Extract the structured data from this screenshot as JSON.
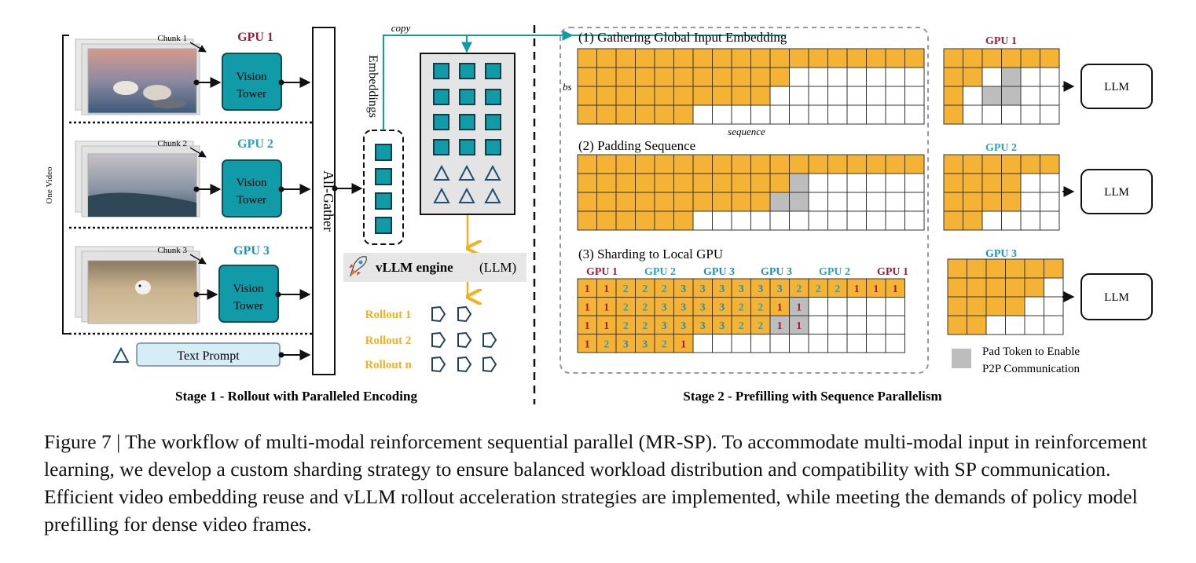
{
  "stage1": {
    "title": "Stage 1 - Rollout with Paralleled Encoding",
    "one_video": "One Video",
    "chunks": [
      {
        "label": "Chunk 1",
        "gpu": "GPU 1",
        "tower": [
          "Vision",
          "Tower"
        ],
        "color": "#9b1c3a"
      },
      {
        "label": "Chunk 2",
        "gpu": "GPU 2",
        "tower": [
          "Vision",
          "Tower"
        ],
        "color": "#2aa3b8"
      },
      {
        "label": "Chunk 3",
        "gpu": "GPU 3",
        "tower": [
          "Vision",
          "Tower"
        ],
        "color": "#1a8fc0"
      }
    ],
    "all_gather": "All-Gather",
    "embeddings": "Embeddings",
    "copy": "copy",
    "text_prompt": "Text Prompt",
    "vllm_prefix": "vLLM engine",
    "vllm_suffix": "(LLM)",
    "rollouts": [
      "Rollout 1",
      "Rollout 2",
      "Rollout n"
    ]
  },
  "stage2": {
    "title": "Stage 2 - Prefilling with Sequence Parallelism",
    "step1": "(1) Gathering Global Input Embedding",
    "step2": "(2) Padding Sequence",
    "step3": "(3) Sharding to Local GPU",
    "bs": "bs",
    "sequence": "sequence",
    "shard_headers": [
      "GPU 1",
      "GPU 2",
      "GPU 3",
      "GPU 3",
      "GPU 2",
      "GPU 1"
    ],
    "shard_rows": [
      [
        "1",
        "1",
        "2",
        "2",
        "2",
        "3",
        "3",
        "3",
        "3",
        "3",
        "3",
        "2",
        "2",
        "2",
        "1",
        "1",
        "1"
      ],
      [
        "1",
        "1",
        "2",
        "2",
        "3",
        "3",
        "3",
        "3",
        "2",
        "2",
        "1",
        "1",
        "",
        "",
        "",
        "",
        ""
      ],
      [
        "1",
        "1",
        "2",
        "2",
        "3",
        "3",
        "3",
        "3",
        "2",
        "2",
        "1",
        "1",
        "",
        "",
        "",
        "",
        ""
      ],
      [
        "1",
        "2",
        "3",
        "3",
        "2",
        "1",
        "",
        "",
        "",
        "",
        "",
        "",
        "",
        "",
        "",
        "",
        ""
      ]
    ],
    "local_gpus": [
      "GPU 1",
      "GPU 2",
      "GPU 3"
    ],
    "llm": "LLM",
    "legend": [
      "Pad Token to Enable",
      "P2P Communication"
    ]
  },
  "colors": {
    "teal": "#119aa8",
    "orange": "#f5b335",
    "pad": "#bdbdbd",
    "gpu1": "#9b1c3a",
    "gpu2": "#2aa3b8",
    "gpu3": "#1a8fc0",
    "rollout": "#f2b01e"
  },
  "caption": "Figure 7 | The workflow of multi-modal reinforcement sequential parallel (MR-SP). To accommodate multi-modal input in reinforcement learning, we develop a custom sharding strategy to ensure balanced workload distribution and compatibility with SP communication. Efficient video embedding reuse and vLLM rollout acceleration strategies are implemented, while meeting the demands of policy model prefilling for dense video frames."
}
